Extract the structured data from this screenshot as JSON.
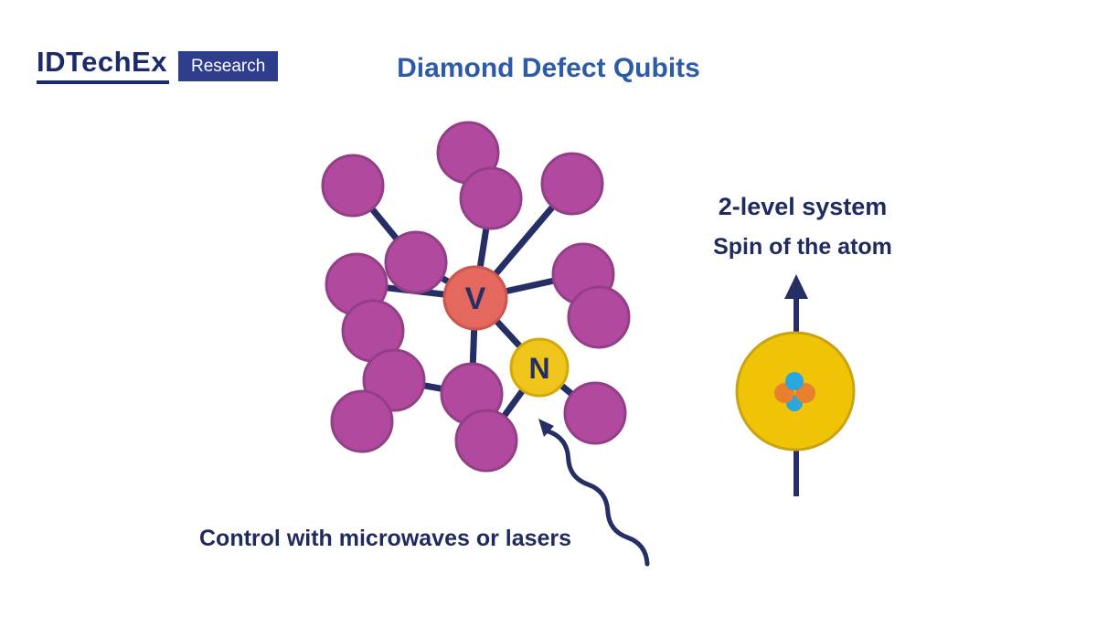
{
  "header": {
    "brand": "IDTechEx",
    "research_label": "Research",
    "title": "Diamond Defect Qubits"
  },
  "lattice": {
    "vacancy_label": "V",
    "nitrogen_label": "N"
  },
  "annotations": {
    "two_level_system": "2-level system",
    "spin_of_atom": "Spin of the atom",
    "control_caption": "Control with microwaves or lasers"
  },
  "colors": {
    "navy": "#1f2a5e",
    "title_blue": "#2e5ba8",
    "carbon_purple": "#b14a9f",
    "carbon_purple_stroke": "#933f87",
    "vacancy_red": "#e5685f",
    "nitrogen_yellow": "#efc51c",
    "atom_gold": "#f0c406",
    "atom_gold_stroke": "#c9a312",
    "nucleus_orange": "#e8802e",
    "nucleus_blue": "#2aa7df",
    "logo_navy": "#1b2a6b",
    "research_badge_bg": "#2e3e8c"
  }
}
